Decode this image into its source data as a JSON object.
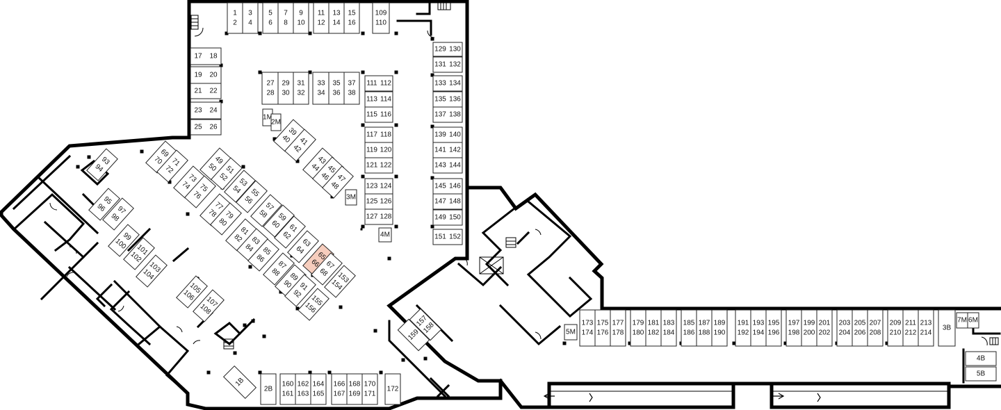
{
  "highlight_color": "#f6cdbd",
  "highlight_stall": "65-66",
  "storage_units": [
    [
      "1",
      "2"
    ],
    [
      "3",
      "4"
    ],
    [
      "5",
      "6"
    ],
    [
      "7",
      "8"
    ],
    [
      "9",
      "10"
    ],
    [
      "11",
      "12"
    ],
    [
      "13",
      "14"
    ],
    [
      "15",
      "16"
    ],
    [
      "109",
      "110"
    ],
    [
      "17",
      "18"
    ],
    [
      "19",
      "20"
    ],
    [
      "21",
      "22"
    ],
    [
      "23",
      "24"
    ],
    [
      "25",
      "26"
    ],
    [
      "27",
      "28"
    ],
    [
      "29",
      "30"
    ],
    [
      "31",
      "32"
    ],
    [
      "33",
      "34"
    ],
    [
      "35",
      "36"
    ],
    [
      "37",
      "38"
    ],
    [
      "111",
      "112"
    ],
    [
      "113",
      "114"
    ],
    [
      "115",
      "116"
    ],
    [
      "117",
      "118"
    ],
    [
      "119",
      "120"
    ],
    [
      "121",
      "122"
    ],
    [
      "123",
      "124"
    ],
    [
      "125",
      "126"
    ],
    [
      "127",
      "128"
    ],
    [
      "129",
      "130"
    ],
    [
      "131",
      "132"
    ],
    [
      "133",
      "134"
    ],
    [
      "135",
      "136"
    ],
    [
      "137",
      "138"
    ],
    [
      "139",
      "140"
    ],
    [
      "141",
      "142"
    ],
    [
      "143",
      "144"
    ],
    [
      "145",
      "146"
    ],
    [
      "147",
      "148"
    ],
    [
      "149",
      "150"
    ],
    [
      "151",
      "152"
    ],
    [
      "1M"
    ],
    [
      "2M"
    ],
    [
      "3M"
    ],
    [
      "4M"
    ],
    [
      "5M"
    ],
    [
      "6M"
    ],
    [
      "7M"
    ],
    [
      "39",
      "40"
    ],
    [
      "41",
      "42"
    ],
    [
      "43",
      "44"
    ],
    [
      "45",
      "46"
    ],
    [
      "47",
      "48"
    ],
    [
      "49",
      "50"
    ],
    [
      "51",
      "52"
    ],
    [
      "53",
      "54"
    ],
    [
      "55",
      "56"
    ],
    [
      "57",
      "58"
    ],
    [
      "59",
      "60"
    ],
    [
      "61",
      "62"
    ],
    [
      "63",
      "64"
    ],
    [
      "65",
      "66"
    ],
    [
      "67",
      "68"
    ],
    [
      "69",
      "70"
    ],
    [
      "71",
      "72"
    ],
    [
      "73",
      "74"
    ],
    [
      "75",
      "76"
    ],
    [
      "77",
      "78"
    ],
    [
      "79",
      "80"
    ],
    [
      "81",
      "82"
    ],
    [
      "83",
      "84"
    ],
    [
      "85",
      "86"
    ],
    [
      "87",
      "88"
    ],
    [
      "89",
      "90"
    ],
    [
      "91",
      "92"
    ],
    [
      "93",
      "94"
    ],
    [
      "95",
      "96"
    ],
    [
      "97",
      "98"
    ],
    [
      "99",
      "100"
    ],
    [
      "101",
      "102"
    ],
    [
      "103",
      "104"
    ],
    [
      "105",
      "106"
    ],
    [
      "107",
      "108"
    ],
    [
      "153",
      "154"
    ],
    [
      "155",
      "156"
    ],
    [
      "157",
      "158"
    ],
    [
      "159"
    ],
    [
      "1B"
    ],
    [
      "2B"
    ],
    [
      "3B"
    ],
    [
      "4B"
    ],
    [
      "5B"
    ],
    [
      "160",
      "161"
    ],
    [
      "162",
      "163"
    ],
    [
      "164",
      "165"
    ],
    [
      "166",
      "167"
    ],
    [
      "168",
      "169"
    ],
    [
      "170",
      "171"
    ],
    [
      "172"
    ],
    [
      "173",
      "174"
    ],
    [
      "175",
      "176"
    ],
    [
      "177",
      "178"
    ],
    [
      "179",
      "180"
    ],
    [
      "181",
      "182"
    ],
    [
      "183",
      "184"
    ],
    [
      "185",
      "186"
    ],
    [
      "187",
      "188"
    ],
    [
      "189",
      "190"
    ],
    [
      "191",
      "192"
    ],
    [
      "193",
      "194"
    ],
    [
      "195",
      "196"
    ],
    [
      "197",
      "198"
    ],
    [
      "199",
      "200"
    ],
    [
      "201",
      "202"
    ],
    [
      "203",
      "204"
    ],
    [
      "205",
      "206"
    ],
    [
      "207",
      "208"
    ],
    [
      "209",
      "210"
    ],
    [
      "211",
      "212"
    ],
    [
      "213",
      "214"
    ]
  ]
}
